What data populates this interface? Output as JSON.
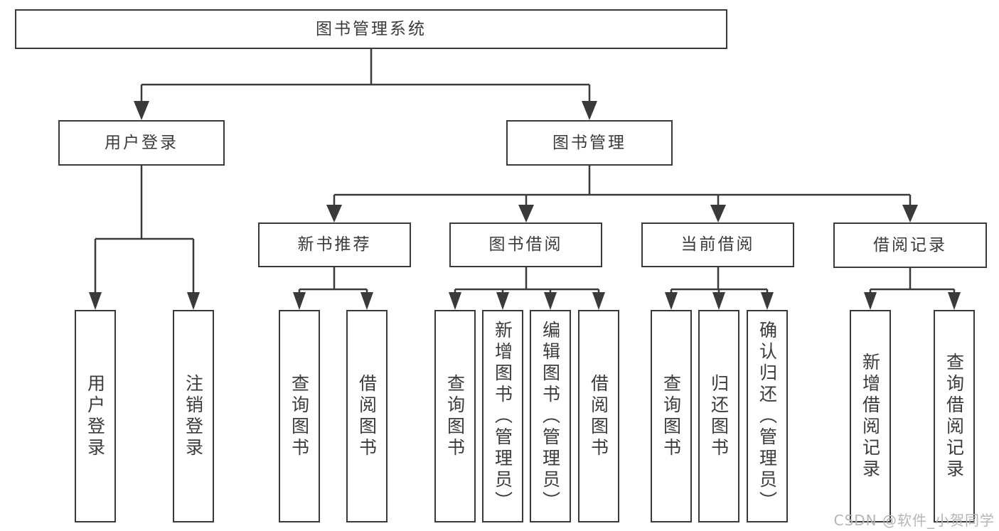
{
  "watermark": {
    "text": "CSDN @软件_小贺同学"
  },
  "colors": {
    "line": "#3a3a3a",
    "box_border": "#3a3a3a",
    "text": "#3b3b3b",
    "watermark": "#b5b5b5",
    "background": "#ffffff"
  },
  "tree": {
    "label": "图书管理系统",
    "children": [
      {
        "label": "用户登录",
        "children": [
          {
            "label": "用户登录"
          },
          {
            "label": "注销登录"
          }
        ]
      },
      {
        "label": "图书管理",
        "children": [
          {
            "label": "新书推荐",
            "children": [
              {
                "label": "查询图书"
              },
              {
                "label": "借阅图书"
              }
            ]
          },
          {
            "label": "图书借阅",
            "children": [
              {
                "label": "查询图书"
              },
              {
                "label": "新增图书（管理员）"
              },
              {
                "label": "编辑图书（管理员）"
              },
              {
                "label": "借阅图书"
              }
            ]
          },
          {
            "label": "当前借阅",
            "children": [
              {
                "label": "查询图书"
              },
              {
                "label": "归还图书"
              },
              {
                "label": "确认归还（管理员）"
              }
            ]
          },
          {
            "label": "借阅记录",
            "children": [
              {
                "label": "新增借阅记录"
              },
              {
                "label": "查询借阅记录"
              }
            ]
          }
        ]
      }
    ]
  }
}
